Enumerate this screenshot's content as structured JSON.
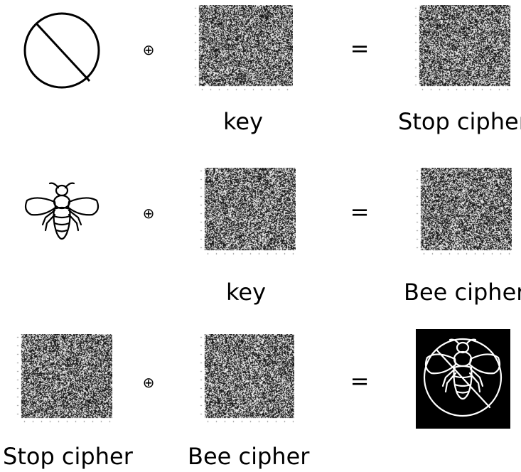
{
  "operators": {
    "xor": "⊕",
    "equals": "="
  },
  "rows": [
    {
      "left_caption": "",
      "mid_caption": "key",
      "right_caption": "Stop cipher"
    },
    {
      "left_caption": "",
      "mid_caption": "key",
      "right_caption": "Bee cipher"
    },
    {
      "left_caption": "Stop cipher",
      "mid_caption": "Bee cipher",
      "right_caption": ""
    }
  ],
  "icons": {
    "stop": "no-entry-icon",
    "bee": "bee-icon",
    "result": "bee-on-stop-icon"
  },
  "colors": {
    "ink": "#000000",
    "paper": "#ffffff"
  }
}
